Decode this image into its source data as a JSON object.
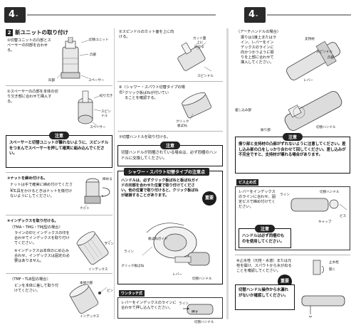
{
  "header": {
    "left_tab": "4",
    "left_tab_sub": "-2",
    "right_tab": "4",
    "right_tab_sub": "-3"
  },
  "col1": {
    "section_num": "2",
    "section_title": "新ユニットの取り付け",
    "step1": "①切替ユニットの凸部とスペーサーの凹部を合わせる。",
    "step1_labels": [
      "切替ユニット",
      "凸部",
      "凹部",
      "スペーサー"
    ],
    "step2": "②スペーサーの凸部を本体の切り欠き部に合わせて挿入する。",
    "step2_labels": [
      "切り欠き",
      "スピンドル",
      "スペーサー"
    ],
    "note1_head": "注意",
    "note1_body": "スペーサーと切替ユニットが離れないように、スピンドルをつまんでスペーサーを押して確実に組み込んでください。",
    "step3": "③ナットを締め付ける。",
    "step3_sub": "ナットは手で確実に締め付けてください。",
    "step3_sub2": "※工具をかけるときはナットを傷付けないようにしてください。",
    "step3_labels": [
      "締める",
      "ナット"
    ],
    "step4": "④インデックスを取り付ける。",
    "step4_sub": "〈TMA・TMG・TMJ型の場合〉",
    "step4_body": "ラインの印とインデックスの印を合わせてインデックスを取り付けてください。",
    "step4_body2": "※インデックスは本体のにめ込み合わせ、インデックスは固定の必要はありません。",
    "step4_labels": [
      "ライン",
      "インデックス"
    ],
    "step5_sub": "〈TMF・TLB型の場合〉",
    "step5_body": "ビンを本体に差して取り付けてください。",
    "step5_labels": [
      "本体穴部",
      "ビン",
      "インデックス"
    ]
  },
  "col2": {
    "step5": "⑤スピンドルのカット面を上に向ける。",
    "step5_labels": [
      "カット面",
      "上に",
      "向ける",
      "スピンドル"
    ],
    "step6": "⑥〈シャワー・スパウト切替タイプの場合〉",
    "step6_body": "クリック板ばねが付いていることを確認する。",
    "step6_labels": [
      "クリック",
      "板ばね"
    ],
    "step7": "⑦切替ハンドルを取り付ける。",
    "note2_head": "注意",
    "note2_body": "切替ハンドルが同梱されている場合は、必ず同梱のハンドルに交換してください。",
    "box_head": "シャワー・スパウト切替タイプの注意点",
    "box_body": "ハンドルは、必ずクリック板ばねと板ばねガイドの凹部を合わせた位置で取り付けてください。他の位置で取り付けると、クリック板ばねが破損することがあります。",
    "box_badge": "重要",
    "box_labels": [
      "板ばねガイド",
      "ライン",
      "レバー",
      "クリック板ばね",
      "切替ハンドル"
    ],
    "onetouch": "ワンタッチ式",
    "onetouch_body": "レバーをインデックスのラインに合わせて押し込んでください。",
    "onetouch_labels": [
      "ライン",
      "押す",
      "切替ハンドル"
    ]
  },
  "col3": {
    "sub1": "〈アーチハンドルの場合〉",
    "sub1_body": "振りは1度上またはライン、レバーをインデックスのラインに向かつかうように振りを上部に合わせて挿入してください。",
    "labels": [
      "支持材",
      "スピンドル",
      "凸部",
      "レバー",
      "差し込み部",
      "切替ハンドル",
      "振り部"
    ],
    "note3_head": "注意",
    "note3_body": "振り部と支持材の凸部がずれないように注意してください。差し込み部の凸をしっかり合わせて回してください。差し込みが不完全ですと、支持材が壊れる場合があります。",
    "box2_tag": "ビス止め式",
    "box2_body": "レバーをインデックスのラインに合わせ、固定ビスで締め付けてください。",
    "box2_labels": [
      "ライン",
      "切替ハンドル",
      "キャップ",
      "ビス"
    ],
    "note4_head": "注意",
    "note4_body": "ハンドルは必ず同梱のものを使用してください。",
    "step8": "⑧止水栓（元栓・水道）または元栓を開け、スパウトから水が出ることを確認してください。",
    "step8_labels": [
      "止水栓",
      "開く"
    ],
    "note5_badge": "重要",
    "note5_body": "切替ハンドル操作から水漏れがないか確認してください。"
  }
}
